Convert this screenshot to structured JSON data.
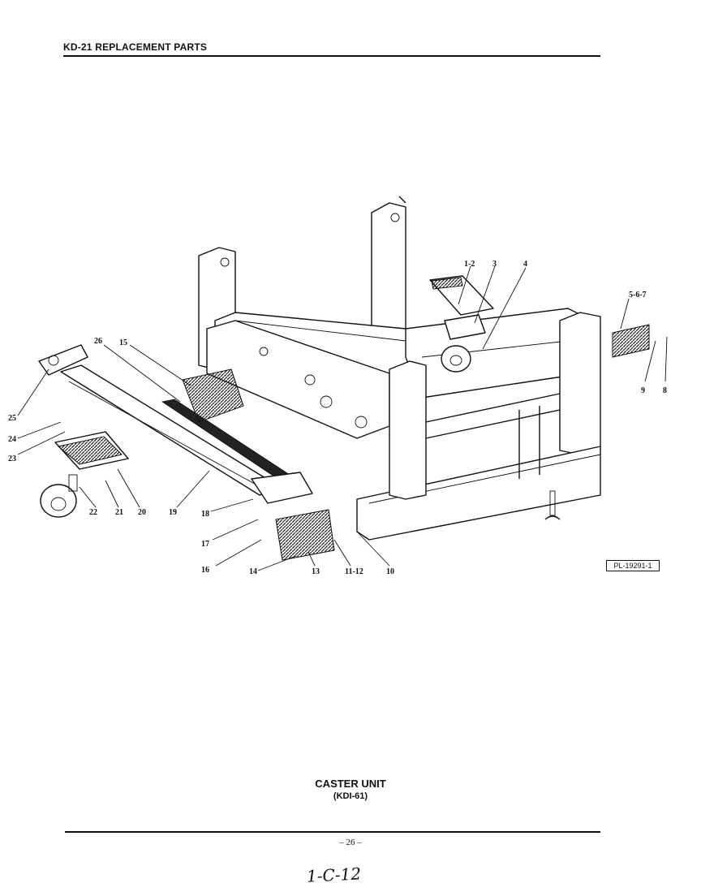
{
  "header": {
    "title": "KD-21 REPLACEMENT PARTS"
  },
  "diagram": {
    "plate_label": "PL-19291-1",
    "callouts": [
      "1-2",
      "3",
      "4",
      "5-6-7",
      "8",
      "9",
      "10",
      "11-12",
      "13",
      "14",
      "15",
      "16",
      "17",
      "18",
      "19",
      "20",
      "21",
      "22",
      "23",
      "24",
      "25",
      "26"
    ]
  },
  "caption": {
    "title": "CASTER UNIT",
    "subtitle": "(KDI-61)"
  },
  "footer": {
    "page_number": "– 26 –",
    "handwritten_note": "1-C-12"
  }
}
